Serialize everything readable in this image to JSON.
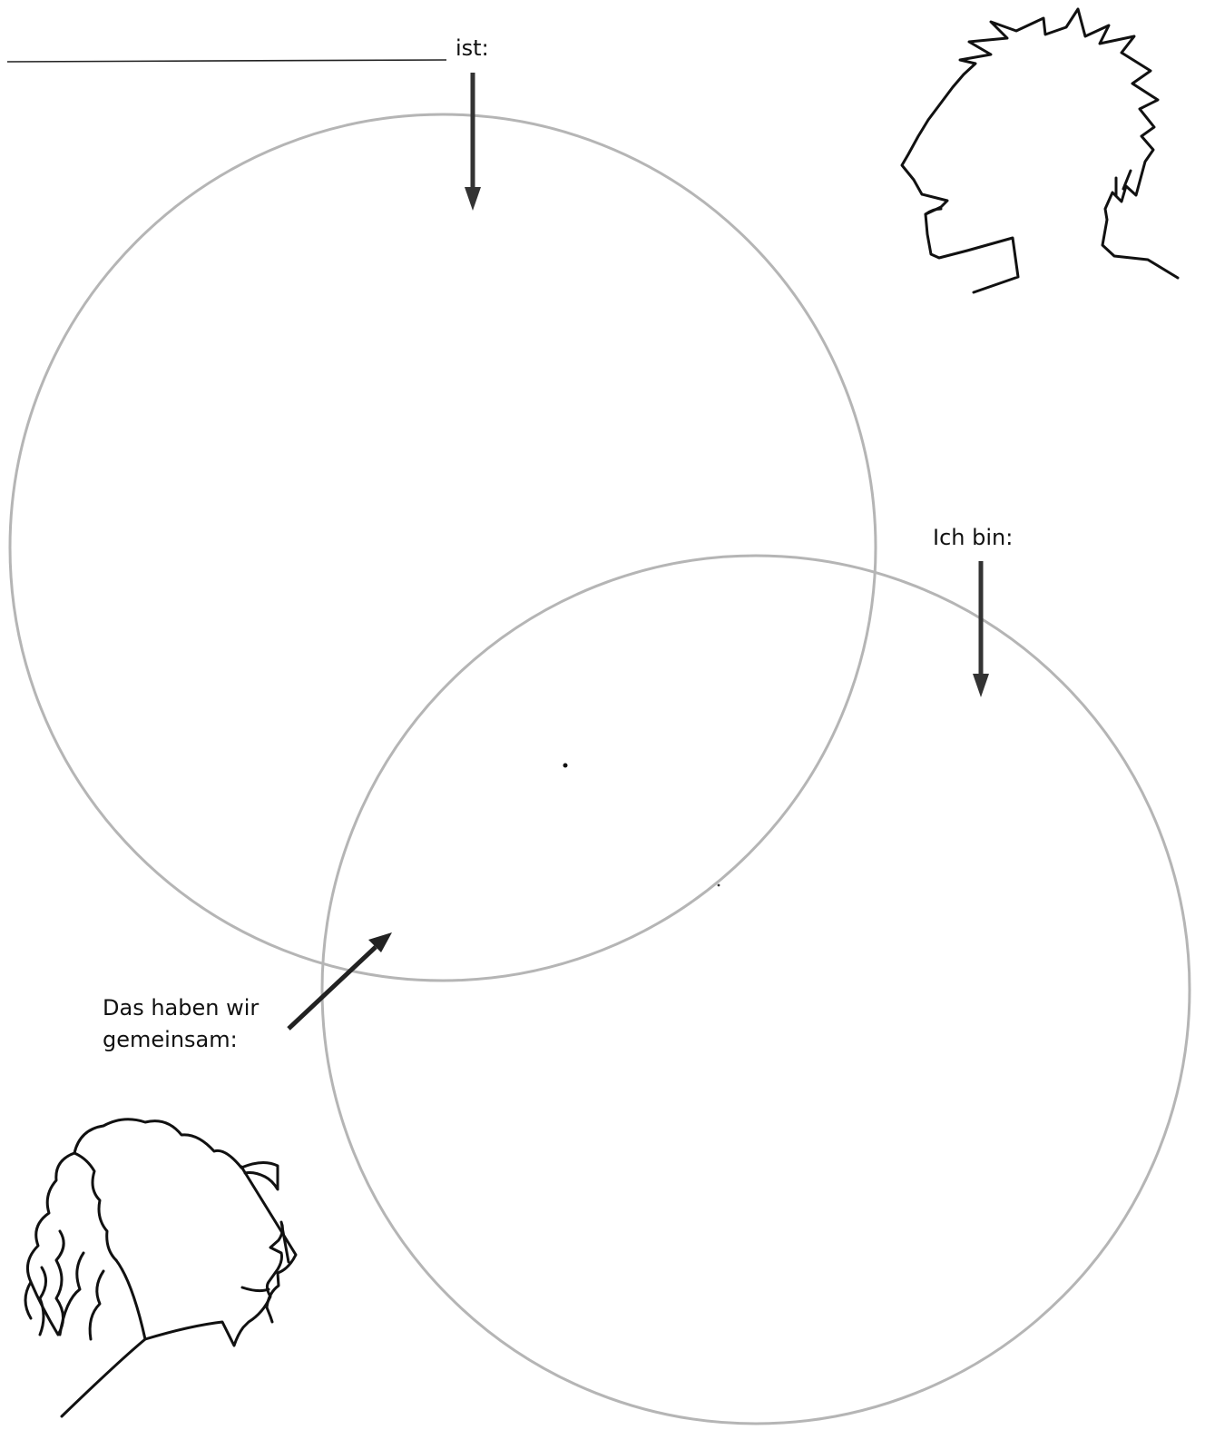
{
  "labels": {
    "other_person": "ist:",
    "self": "Ich bin:",
    "shared_line1": "Das haben wir",
    "shared_line2": "gemeinsam:"
  },
  "colors": {
    "circle_stroke": "#b5b5b5",
    "arrow": "#333333",
    "ink": "#111111"
  },
  "icons": {
    "top_right": "spiky-hair-head-profile-icon",
    "bottom_left": "curly-hair-head-profile-icon"
  }
}
